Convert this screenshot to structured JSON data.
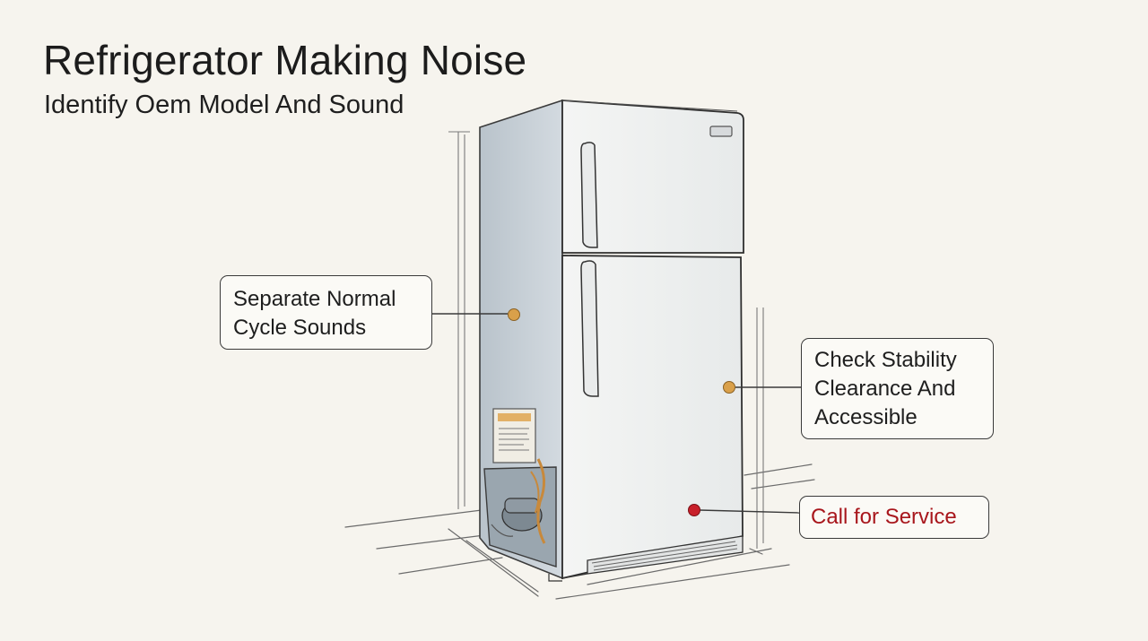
{
  "title": "Refrigerator Making Noise",
  "subtitle": "Identify Oem Model And Sound",
  "callouts": {
    "normal_cycle": "Separate Normal\nCycle Sounds",
    "stability": "Check Stability\nClearance And\nAccessible",
    "service": "Call for Service"
  },
  "colors": {
    "marker_info": "#d9a04a",
    "marker_alert": "#c8202a",
    "service_text": "#a8161c",
    "background": "#f6f4ee"
  }
}
